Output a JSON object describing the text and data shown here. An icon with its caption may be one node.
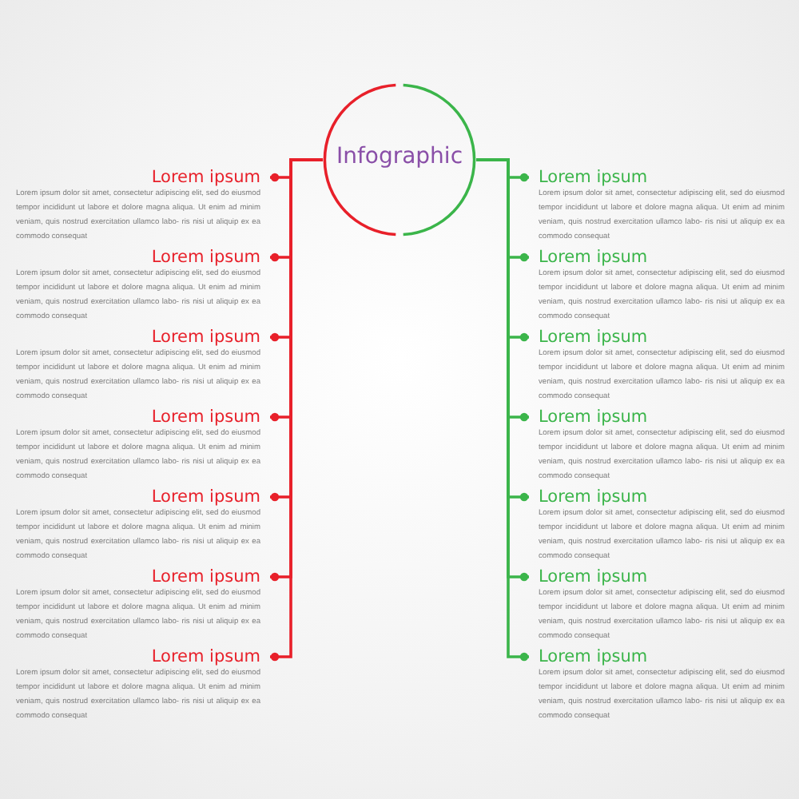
{
  "diagram": {
    "nodes": [
      {
        "text": [
          "Infographic"
        ]
      },
      {
        "text": [
          "Lorem ipsum",
          "Lorem ipsum dolor sit amet, consectetur adipiscing elit, sed do eiusmod tempor incididunt ut labore et dolore magna aliqua. Ut enim ad minim veniam, quis nostrud exercitation ullamco labo- ris nisi ut aliquip ex ea commodo consequat"
        ]
      },
      {
        "text": [
          "Lorem ipsum",
          "Lorem ipsum dolor sit amet, consectetur adipiscing elit, sed do eiusmod tempor incididunt ut labore et dolore magna aliqua. Ut enim ad minim veniam, quis nostrud exercitation ullamco labo- ris nisi ut aliquip ex ea commodo consequat"
        ]
      },
      {
        "text": [
          "Lorem ipsum",
          "Lorem ipsum dolor sit amet, consectetur adipiscing elit, sed do eiusmod tempor incididunt ut labore et dolore magna aliqua. Ut enim ad minim veniam, quis nostrud exercitation ullamco labo- ris nisi ut aliquip ex ea commodo consequat"
        ]
      },
      {
        "text": [
          "Lorem ipsum",
          "Lorem ipsum dolor sit amet, consectetur adipiscing elit, sed do eiusmod tempor incididunt ut labore et dolore magna aliqua. Ut enim ad minim veniam, quis nostrud exercitation ullamco labo- ris nisi ut aliquip ex ea commodo consequat"
        ]
      },
      {
        "text": [
          "Lorem ipsum",
          "Lorem ipsum dolor sit amet, consectetur adipiscing elit, sed do eiusmod tempor incididunt ut labore et dolore magna aliqua. Ut enim ad minim veniam, quis nostrud exercitation ullamco labo- ris nisi ut aliquip ex ea commodo consequat"
        ]
      },
      {
        "text": [
          "Lorem ipsum",
          "Lorem ipsum dolor sit amet, consectetur adipiscing elit, sed do eiusmod tempor incididunt ut labore et dolore magna aliqua. Ut enim ad minim veniam, quis nostrud exercitation ullamco labo- ris nisi ut aliquip ex ea commodo consequat"
        ]
      },
      {
        "text": [
          "Lorem ipsum",
          "Lorem ipsum dolor sit amet, consectetur adipiscing elit, sed do eiusmod tempor incididunt ut labore et dolore magna aliqua. Ut enim ad minim veniam, quis nostrud exercitation ullamco labo- ris nisi ut aliquip ex ea commodo consequat"
        ]
      },
      {
        "text": [
          "Lorem ipsum",
          "Lorem ipsum dolor sit amet, consectetur adipiscing elit, sed do eiusmod tempor incididunt ut labore et dolore magna aliqua. Ut enim ad minim veniam, quis nostrud exercitation ullamco labo- ris nisi ut aliquip ex ea commodo consequat"
        ]
      },
      {
        "text": [
          "Lorem ipsum",
          "Lorem ipsum dolor sit amet, consectetur adipiscing elit, sed do eiusmod tempor incididunt ut labore et dolore magna aliqua. Ut enim ad minim veniam, quis nostrud exercitation ullamco labo- ris nisi ut aliquip ex ea commodo consequat"
        ]
      },
      {
        "text": [
          "Lorem ipsum",
          "Lorem ipsum dolor sit amet, consectetur adipiscing elit, sed do eiusmod tempor incididunt ut labore et dolore magna aliqua. Ut enim ad minim veniam, quis nostrud exercitation ullamco labo- ris nisi ut aliquip ex ea commodo consequat"
        ]
      },
      {
        "text": [
          "Lorem ipsum",
          "Lorem ipsum dolor sit amet, consectetur adipiscing elit, sed do eiusmod tempor incididunt ut labore et dolore magna aliqua. Ut enim ad minim veniam, quis nostrud exercitation ullamco labo- ris nisi ut aliquip ex ea commodo consequat"
        ]
      },
      {
        "text": [
          "Lorem ipsum",
          "Lorem ipsum dolor sit amet, consectetur adipiscing elit, sed do eiusmod tempor incididunt ut labore et dolore magna aliqua. Ut enim ad minim veniam, quis nostrud exercitation ullamco labo- ris nisi ut aliquip ex ea commodo consequat"
        ]
      },
      {
        "text": [
          "Lorem ipsum",
          "Lorem ipsum dolor sit amet, consectetur adipiscing elit, sed do eiusmod tempor incididunt ut labore et dolore magna aliqua. Ut enim ad minim veniam, quis nostrud exercitation ullamco labo- ris nisi ut aliquip ex ea commodo consequat"
        ]
      },
      {
        "text": [
          "Lorem ipsum",
          "Lorem ipsum dolor sit amet, consectetur adipiscing elit, sed do eiusmod tempor incididunt ut labore et dolore magna aliqua. Ut enim ad minim veniam, quis nostrud exercitation ullamco labo- ris nisi ut aliquip ex ea commodo consequat"
        ]
      }
    ],
    "edges": [
      {
        "from": 0,
        "to": 1,
        "arrow": "other",
        "color": "#e8202a"
      },
      {
        "from": 0,
        "to": 2,
        "arrow": "other",
        "color": "#e8202a"
      },
      {
        "from": 0,
        "to": 3,
        "arrow": "other",
        "color": "#e8202a"
      },
      {
        "from": 0,
        "to": 4,
        "arrow": "other",
        "color": "#e8202a"
      },
      {
        "from": 0,
        "to": 5,
        "arrow": "other",
        "color": "#e8202a"
      },
      {
        "from": 0,
        "to": 6,
        "arrow": "other",
        "color": "#e8202a"
      },
      {
        "from": 0,
        "to": 7,
        "arrow": "other",
        "color": "#e8202a"
      },
      {
        "from": 0,
        "to": 8,
        "arrow": "other",
        "color": "#3bb54a"
      },
      {
        "from": 0,
        "to": 9,
        "arrow": "other",
        "color": "#3bb54a"
      },
      {
        "from": 0,
        "to": 10,
        "arrow": "other",
        "color": "#3bb54a"
      },
      {
        "from": 0,
        "to": 11,
        "arrow": "other",
        "color": "#3bb54a"
      },
      {
        "from": 0,
        "to": 12,
        "arrow": "other",
        "color": "#3bb54a"
      },
      {
        "from": 0,
        "to": 13,
        "arrow": "other",
        "color": "#3bb54a"
      },
      {
        "from": 0,
        "to": 14,
        "arrow": "other",
        "color": "#3bb54a"
      }
    ]
  }
}
